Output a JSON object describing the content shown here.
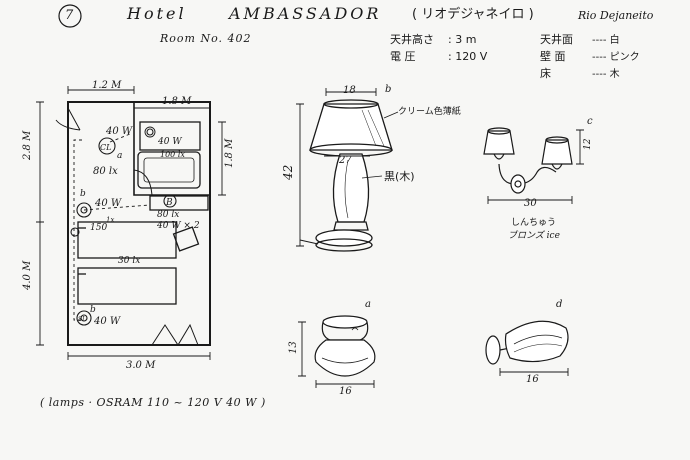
{
  "header": {
    "number": "7",
    "hotel_word": "Hotel",
    "hotel_name": "AMBASSADOR",
    "city_jp": "( リオデジャネイロ )",
    "city_en": "Rio Dejaneito",
    "room": "Room No. 402"
  },
  "specs": {
    "ceiling_height_label": "天井高さ",
    "ceiling_height_value": ": 3 m",
    "voltage_label": "電 圧",
    "voltage_value": ": 120 V",
    "ceiling_label": "天井面",
    "ceiling_value": "---- 白",
    "wall_label": "壁 面",
    "wall_value": "---- ピンク",
    "floor_label": "床",
    "floor_value": "---- 木"
  },
  "floorplan": {
    "dim_top_left": "1.2 M",
    "dim_top_right": "1.8 M",
    "dim_left_top": "2.8 M",
    "dim_left_bottom": "4.0 M",
    "dim_right": "1.8 M",
    "dim_bottom": "3.0 M",
    "lamp_c_label": "40 W",
    "lamp_c_id": "CL",
    "lamp_c_letter": "a",
    "lux_bath": "80 lx",
    "bath_fixture": "40 W",
    "bath_lux": "100 lx",
    "lamp_b_label": "40 W",
    "lamp_b_letter": "b",
    "lux_desk": "80 lx",
    "desk_lamp": "40 W × 2",
    "lamp_b2_id": "B",
    "lux_bed": "150",
    "lux_bed_unit": "1x",
    "lux_mid": "30 lx",
    "lamp_d_label": "40 W",
    "lamp_d_letter": "b",
    "lamp_sl": "SL"
  },
  "lamp_b": {
    "letter": "b",
    "shade_note": "クリーム色薄紙",
    "width": "18",
    "height": "42",
    "base_width": "27",
    "body_note": "黒(木)"
  },
  "lamp_c": {
    "letter": "c",
    "width": "30",
    "height": "12",
    "note_1": "しんちゅう",
    "note_2": "ブロンズ ice"
  },
  "lamp_a": {
    "letter": "a",
    "width": "16",
    "height": "13"
  },
  "lamp_d": {
    "letter": "d",
    "width": "16"
  },
  "footer": {
    "note": "( lamps · OSRAM 110 ~ 120 V 40 W )"
  }
}
